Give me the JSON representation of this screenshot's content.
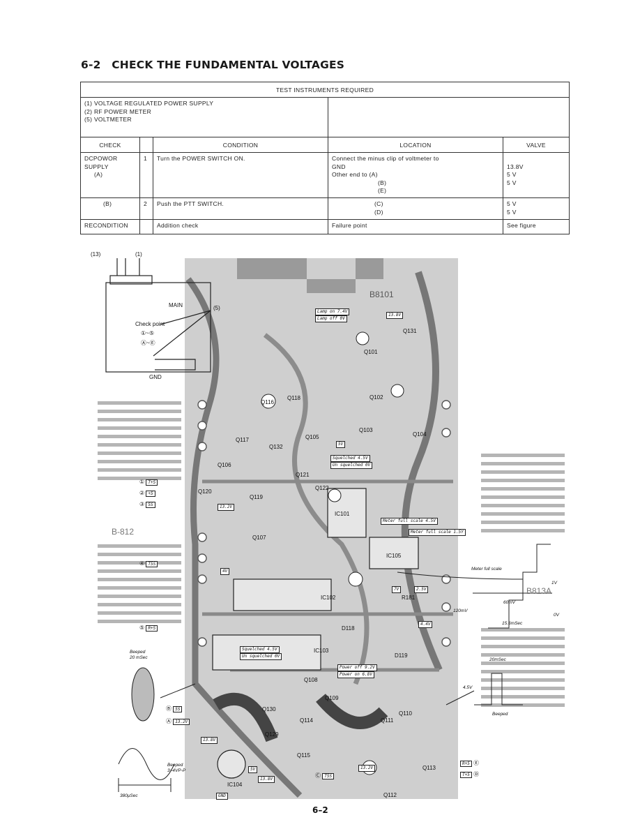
{
  "section": {
    "number": "6-2",
    "title": "CHECK THE FUNDAMENTAL VOLTAGES"
  },
  "table": {
    "instruments_header": "TEST INSTRUMENTS REQUIRED",
    "instruments": [
      "(1) VOLTAGE REGULATED POWER SUPPLY",
      "(2) RF POWER METER",
      "(5) VOLTMETER"
    ],
    "columns": {
      "check": "CHECK",
      "condition": "CONDITION",
      "location": "LOCATION",
      "value": "VALVE"
    },
    "row1": {
      "check": [
        "DCPOWOR",
        "SUPPLY",
        "(A)"
      ],
      "step": "1",
      "condition": "Turn the POWER SWITCH ON.",
      "location": [
        "Connect the minus clip of voltmeter to",
        "GND",
        "Other end to (A)",
        "(B)",
        "(E)"
      ],
      "values": [
        "13.8V",
        "5 V",
        "5 V"
      ]
    },
    "row2": {
      "check": "(B)",
      "step": "2",
      "condition": "Push the PTT SWITCH.",
      "location": [
        "(C)",
        "(D)"
      ],
      "values": [
        "5 V",
        "5 V"
      ]
    },
    "row3": {
      "check": "RECONDITION",
      "condition": "Addition check",
      "location": "Failure point",
      "value": "See figure"
    }
  },
  "diagram": {
    "inset": {
      "top_left": "(13)",
      "top_right": "(1)",
      "main": "MAIN",
      "meter": "(5)",
      "check_point": "Check point",
      "range1": "①~⑤",
      "range2": "Ⓐ~Ⓔ",
      "gnd": "GND"
    },
    "board_labels": {
      "b8101": "B8101",
      "b812": "B-812",
      "b813a": "B813A"
    },
    "parts": [
      "Q101",
      "Q102",
      "Q103",
      "Q104",
      "Q105",
      "Q106",
      "Q107",
      "Q108",
      "Q109",
      "Q110",
      "Q111",
      "Q112",
      "Q113",
      "Q114",
      "Q115",
      "Q116",
      "Q117",
      "Q118",
      "Q119",
      "Q120",
      "Q121",
      "Q122",
      "Q129",
      "Q130",
      "Q131",
      "Q132",
      "IC101",
      "IC102",
      "IC103",
      "IC104",
      "IC105",
      "D118",
      "D119",
      "R181"
    ],
    "left_points": [
      {
        "mark": "①",
        "value": "T+5"
      },
      {
        "mark": "②",
        "value": "+5"
      },
      {
        "mark": "③",
        "value": "5S"
      },
      {
        "mark": "④",
        "value": "T5S"
      },
      {
        "mark": "⑤",
        "value": "R+5"
      }
    ],
    "bottom_points": [
      {
        "mark": "Ⓑ",
        "value": "5S"
      },
      {
        "mark": "Ⓐ",
        "value": "13.2V"
      },
      {
        "mark": "Ⓒ",
        "value": "T5S"
      }
    ],
    "right_points": [
      {
        "mark": "Ⓔ",
        "value": "R+5"
      },
      {
        "mark": "Ⓓ",
        "value": "T+5"
      }
    ],
    "tags": {
      "lamp_on": "Lamp on",
      "lamp_on_v": "7.4V",
      "lamp_off": "Lamp off",
      "lamp_off_v": "0V",
      "lamp_supply": "13.8V",
      "squelched": "Squelched",
      "squelched_v": "4.5V",
      "unsquelched": "Un squelched",
      "unsquelched_v": "0V",
      "meter_full": "Meter full scale",
      "meter_full_v": "4.5V",
      "meter_full2": "Meter full scale",
      "meter_full2_v": "1.5Y",
      "power_off": "Power off",
      "power_off_v": "9.2V",
      "power_on": "Power on",
      "power_on_v": "6.8V",
      "gnd": "GND",
      "v138": "13.8V",
      "v132": "13.2V",
      "v5": "5V",
      "v4": "4V",
      "v44": "4.4V",
      "v7": "7V",
      "v25": "2.5V"
    },
    "waveforms": {
      "beeped1": "Beeped",
      "beeped1_t": "20 mSec",
      "beeped2": "Beeped",
      "beeped2_v": "3~4VP-P",
      "period": "380μSec",
      "meter": "Meter full scale",
      "v60": "60mV",
      "v120": "120mV",
      "t156": "15.6mSec",
      "v1": "1V",
      "v0": "0V",
      "right_t": "20mSec",
      "right_v": "4.5V",
      "right_beeped": "Beeped"
    }
  },
  "page_number": "6–2"
}
